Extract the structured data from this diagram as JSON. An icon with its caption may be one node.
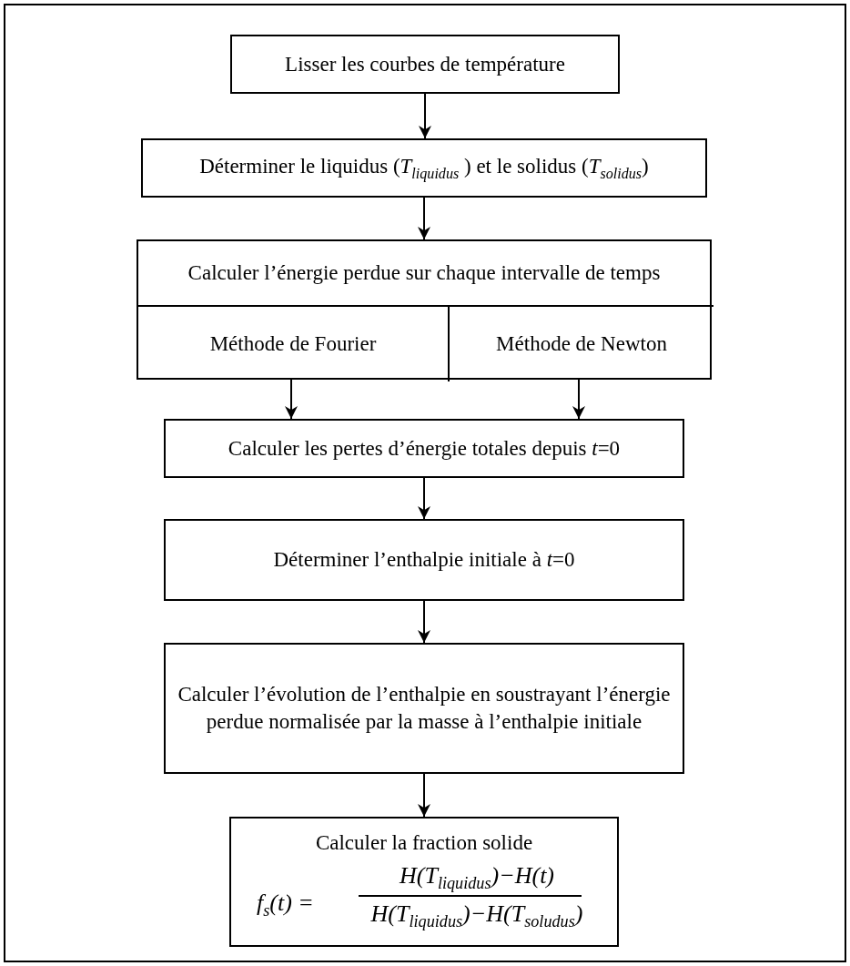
{
  "diagram": {
    "nodes": [
      {
        "text": [
          "Lisser les courbes de température"
        ]
      },
      {
        "text": [
          "Déterminer le liquidus (*T*$_{liquidus}$ ) et le solidus (*T*$_{solidus}$)"
        ]
      },
      {
        "text": [
          "Calculer l’énergie perdue sur chaque intervalle de temps"
        ]
      },
      {
        "text": [
          "Méthode de Fourier"
        ],
        "in": 2
      },
      {
        "text": [
          "Méthode de Newton"
        ],
        "in": 2
      },
      {
        "text": [
          "Calculer les pertes d’énergie totales depuis *t*=0"
        ]
      },
      {
        "text": [
          "Déterminer l’enthalpie initiale à *t*=0"
        ]
      },
      {
        "text": [
          "Calculer l’évolution de l’enthalpie en soustrayant l’énergie perdue normalisée par la masse à l’enthalpie initiale"
        ]
      },
      {
        "text": [
          "Calculer la fraction solide",
          "f$_{s}$(t) =",
          "H(T$_{liquidus}$)−H(t)",
          "H(T$_{liquidus}$)−H(T$_{soludus}$)"
        ]
      }
    ],
    "edges": [
      {
        "from": 0,
        "to": 1,
        "arrow": "to"
      },
      {
        "from": 1,
        "to": 2,
        "arrow": "to"
      },
      {
        "from": 3,
        "to": 5,
        "arrow": "to"
      },
      {
        "from": 4,
        "to": 5,
        "arrow": "to"
      },
      {
        "from": 5,
        "to": 6,
        "arrow": "to"
      },
      {
        "from": 6,
        "to": 7,
        "arrow": "to"
      },
      {
        "from": 7,
        "to": 8,
        "arrow": "to"
      }
    ]
  }
}
